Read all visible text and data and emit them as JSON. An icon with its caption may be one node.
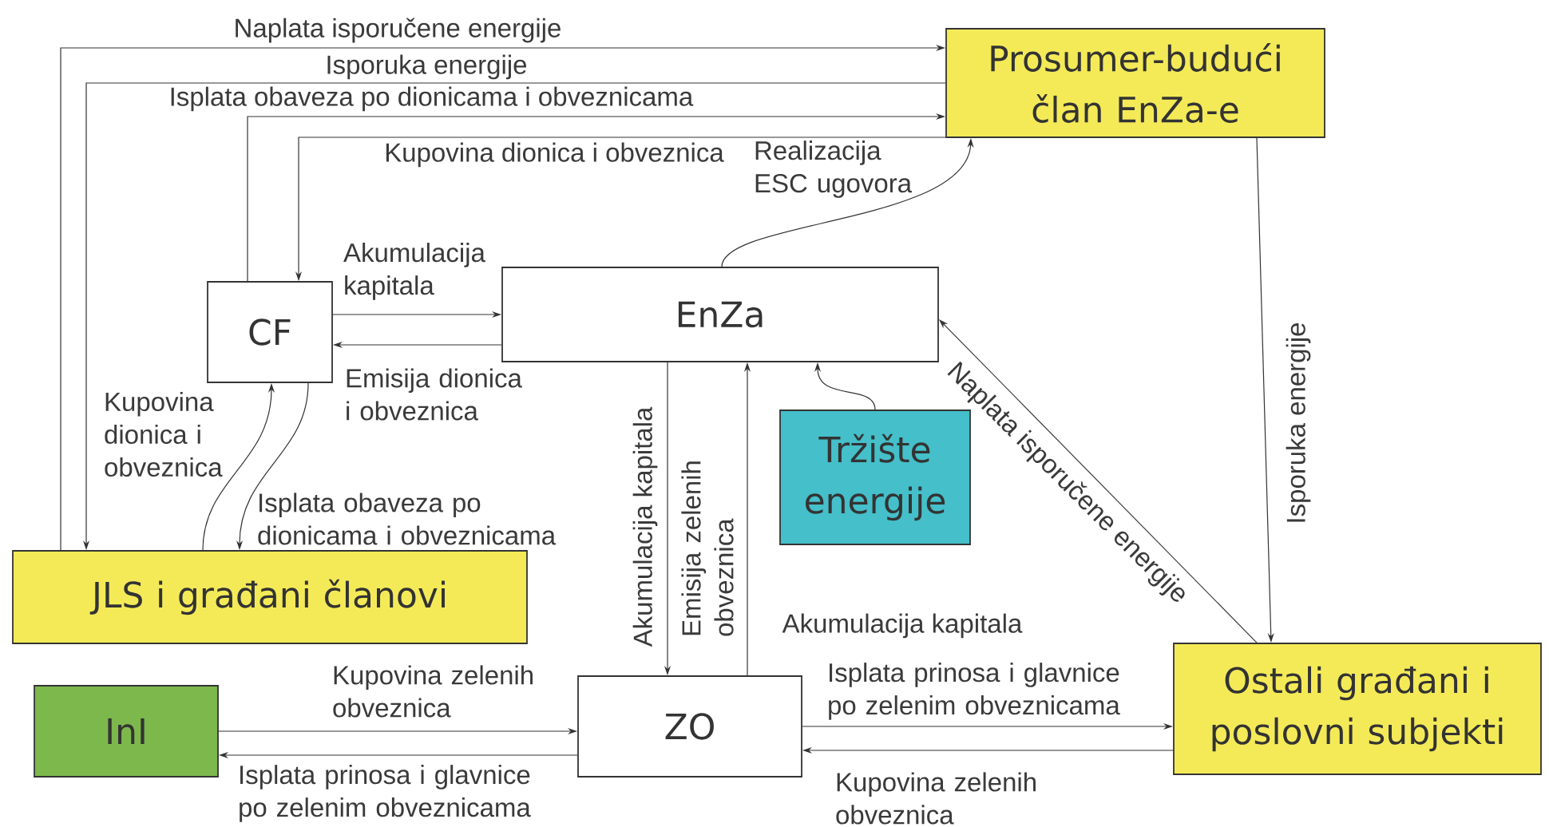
{
  "diagram": {
    "nodes": [
      {
        "text": [
          "Prosumer-budući član EnZa-e"
        ]
      },
      {
        "text": [
          "CF"
        ]
      },
      {
        "text": [
          "EnZa"
        ]
      },
      {
        "text": [
          "Tržište energije"
        ]
      },
      {
        "text": [
          "JLS i građani članovi"
        ]
      },
      {
        "text": [
          "InI"
        ]
      },
      {
        "text": [
          "ZO"
        ]
      },
      {
        "text": [
          "Ostali građani i poslovni subjekti"
        ]
      }
    ],
    "edges": [
      {
        "from": 4,
        "to": 0,
        "arrow": "to",
        "label": "Naplata isporučene energije"
      },
      {
        "from": 0,
        "to": 4,
        "arrow": "to",
        "label": "Isporuka energije"
      },
      {
        "from": 1,
        "to": 0,
        "arrow": "to",
        "label": "Isplata obaveza po dionicama i obveznicama"
      },
      {
        "from": 0,
        "to": 1,
        "arrow": "to",
        "label": "Kupovina dionica i obveznica"
      },
      {
        "from": 2,
        "to": 0,
        "arrow": "to",
        "label": "Realizacija ESC ugovora"
      },
      {
        "from": 1,
        "to": 2,
        "arrow": "to",
        "label": "Akumulacija kapitala"
      },
      {
        "from": 2,
        "to": 1,
        "arrow": "to",
        "label": "Emisija dionica i obveznica"
      },
      {
        "from": 4,
        "to": 1,
        "arrow": "to",
        "label": "Kupovina dionica i obveznica"
      },
      {
        "from": 1,
        "to": 4,
        "arrow": "to",
        "label": "Isplata obaveza po dionicama i obveznicama"
      },
      {
        "from": 2,
        "to": 6,
        "arrow": "to",
        "label": "Akumulacija kapitala"
      },
      {
        "from": 6,
        "to": 2,
        "arrow": "to",
        "label": "Emisija zelenih obveznica"
      },
      {
        "from": 3,
        "to": 2,
        "arrow": "to"
      },
      {
        "from": 7,
        "to": 2,
        "arrow": "to",
        "label": "Naplata isporučene energije"
      },
      {
        "from": 0,
        "to": 7,
        "arrow": "to",
        "label": "Isporuka energije"
      },
      {
        "from": 5,
        "to": 6,
        "arrow": "to",
        "label": "Kupovina zelenih obveznica"
      },
      {
        "from": 6,
        "to": 5,
        "arrow": "to",
        "label": "Isplata prinosa i glavnice po zelenim obveznicama"
      },
      {
        "from": 6,
        "to": 7,
        "arrow": "to",
        "label": "Isplata prinosa i glavnice po zelenim obveznicama"
      },
      {
        "from": 7,
        "to": 6,
        "arrow": "to",
        "label": "Kupovina zelenih obveznica"
      }
    ],
    "labels": [
      "Akumulacija kapitala"
    ]
  }
}
